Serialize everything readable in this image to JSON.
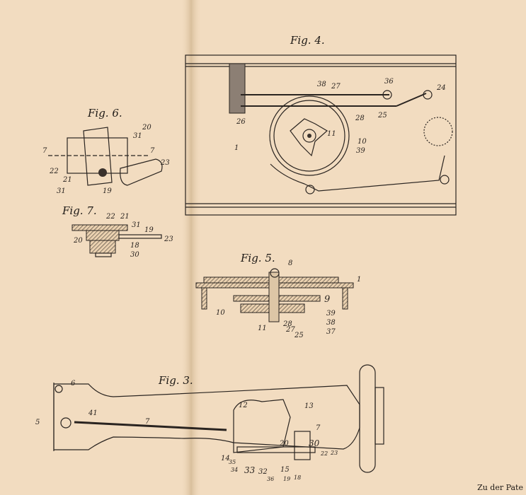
{
  "figures": {
    "fig4": {
      "title": "Fig. 4.",
      "labels": [
        "38",
        "27",
        "36",
        "24",
        "26",
        "25",
        "28",
        "11",
        "10",
        "39",
        "1"
      ]
    },
    "fig6": {
      "title": "Fig. 6.",
      "labels": [
        "20",
        "31",
        "7",
        "7",
        "23",
        "22",
        "21",
        "31",
        "19"
      ]
    },
    "fig7": {
      "title": "Fig. 7.",
      "labels": [
        "22",
        "21",
        "31",
        "19",
        "20",
        "23",
        "18",
        "30"
      ]
    },
    "fig5": {
      "title": "Fig. 5.",
      "labels": [
        "8",
        "1",
        "9",
        "10",
        "11",
        "39",
        "38",
        "28",
        "27",
        "37",
        "25"
      ]
    },
    "fig3": {
      "title": "Fig. 3.",
      "labels": [
        "6",
        "5",
        "41",
        "7",
        "12",
        "13",
        "7",
        "30",
        "20",
        "14",
        "35",
        "22",
        "23",
        "34",
        "33",
        "32",
        "36",
        "15",
        "19",
        "18"
      ]
    }
  },
  "footer": {
    "text": "Zu der Pate"
  },
  "colors": {
    "paper": "#f2dcc0",
    "ink": "#2a2420"
  }
}
